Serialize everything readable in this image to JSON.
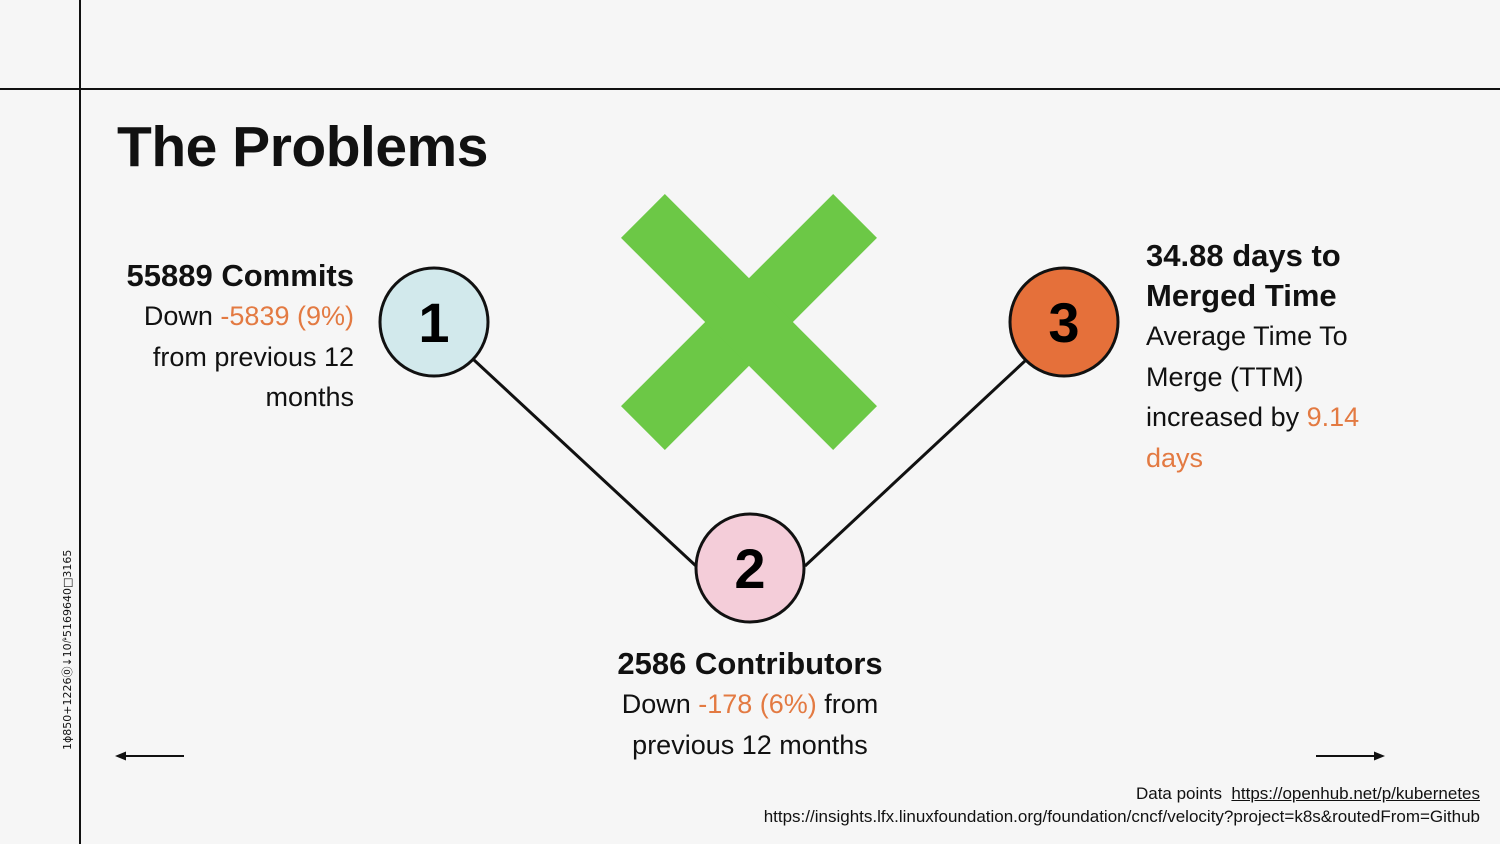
{
  "slide": {
    "title": "The Problems",
    "side_code": "1ɸ850+1226⓪↓10⭚5169640□3165"
  },
  "problems": [
    {
      "number": "1",
      "heading": "55889 Commits",
      "pre": "Down ",
      "highlight": "-5839 (9%)",
      "post": " from previous 12 months",
      "circle_color": "#d2e9ec"
    },
    {
      "number": "2",
      "heading": "2586 Contributors",
      "pre": "Down ",
      "highlight": "-178 (6%)",
      "post": " from previous 12 months",
      "circle_color": "#f4cdd9"
    },
    {
      "number": "3",
      "heading": "34.88 days to Merged Time",
      "pre": "Average Time To Merge (TTM) increased by ",
      "highlight": "9.14 days",
      "post": "",
      "circle_color": "#e5703a"
    }
  ],
  "icons": {
    "cross": "cross-icon",
    "cross_color": "#6cc846",
    "prev": "arrow-left-icon",
    "next": "arrow-right-icon"
  },
  "colors": {
    "accent": "#e37a42",
    "background": "#f6f6f6"
  },
  "sources": {
    "label": "Data points",
    "link1": "https://openhub.net/p/kubernetes",
    "link2": "https://insights.lfx.linuxfoundation.org/foundation/cncf/velocity?project=k8s&routedFrom=Github"
  }
}
